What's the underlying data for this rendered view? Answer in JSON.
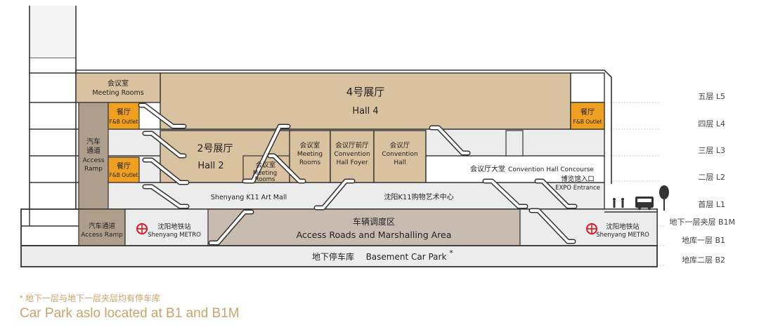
{
  "colors": {
    "hall": "#d8c2a0",
    "ramp": "#b09e8c",
    "marshalling": "#c8bcb0",
    "slab": "#ececec",
    "outlet": "#f0a020",
    "outline": "#333333",
    "metro_red": "#d71920",
    "note": "#c8a46a"
  },
  "floors": [
    {
      "id": "L5",
      "label": "五层 L5"
    },
    {
      "id": "L4",
      "label": "四层 L4"
    },
    {
      "id": "L3",
      "label": "三层 L3"
    },
    {
      "id": "L2",
      "label": "二层 L2"
    },
    {
      "id": "L1",
      "label": "首层 L1"
    },
    {
      "id": "B1M",
      "label": "地下一层夹层 B1M"
    },
    {
      "id": "B1",
      "label": "地库一层 B1"
    },
    {
      "id": "B2",
      "label": "地库二层 B2"
    }
  ],
  "spaces": {
    "meeting_l5": {
      "zh": "会议室",
      "en": "Meeting Rooms"
    },
    "hall4": {
      "zh": "4号展厅",
      "en": "Hall 4"
    },
    "fb_l4_left": {
      "zh": "餐厅",
      "en": "F&B Outlet"
    },
    "fb_l4_right": {
      "zh": "餐厅",
      "en": "F&B Outlet"
    },
    "fb_l2_left": {
      "zh": "餐厅",
      "en": "F&B Outlet"
    },
    "access_ramp_upper": {
      "zh1": "汽车",
      "zh2": "通道",
      "en1": "Access",
      "en2": "Ramp"
    },
    "hall2": {
      "zh": "2号展厅",
      "en": "Hall 2"
    },
    "meeting_small": {
      "zh": "会议室",
      "en1": "Meeting",
      "en2": "Rooms"
    },
    "meeting_l3": {
      "zh": "会议室",
      "en1": "Meeting",
      "en2": "Rooms"
    },
    "foyer": {
      "zh": "会议厅前厅",
      "en1": "Convention",
      "en2": "Hall Foyer"
    },
    "convention_hall": {
      "zh": "会议厅",
      "en1": "Convention",
      "en2": "Hall"
    },
    "concourse": {
      "zh": "会议厅大堂",
      "en": "Convention Hall Concourse"
    },
    "expo_entrance": {
      "zh": "博览馆入口",
      "en": "EXPO Entrance"
    },
    "art_mall_en": "Shenyang K11 Art Mall",
    "art_mall_zh": "沈阳K11购物艺术中心",
    "access_ramp_lower": {
      "zh": "汽车通道",
      "en": "Access Ramp"
    },
    "metro_left": {
      "zh": "沈阳地铁站",
      "en": "Shenyang METRO"
    },
    "metro_right": {
      "zh": "沈阳地铁站",
      "en": "Shenyang METRO"
    },
    "marshalling": {
      "zh": "车辆调度区",
      "en": "Access Roads and Marshalling Area"
    },
    "basement": {
      "zh": "地下停车库",
      "en": "Basement Car Park",
      "mark": "*"
    }
  },
  "notes": {
    "zh": "* 地下一层与地下一层夹层均有停车库",
    "en": "Car Park aslo located at B1 and B1M"
  }
}
